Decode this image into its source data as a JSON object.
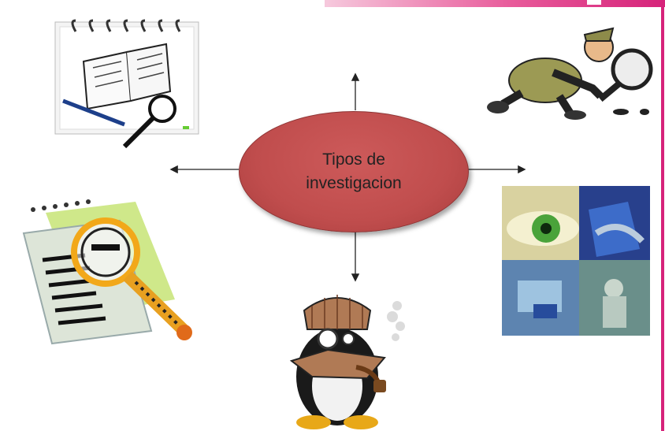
{
  "center": {
    "line1": "Tipos de",
    "line2": "investigacion"
  },
  "colors": {
    "ellipse_fill": "#c04d4d",
    "accent_pink": "#d6237a",
    "arrow": "#222222"
  },
  "images": [
    {
      "name": "notebook-magnifier-clipart"
    },
    {
      "name": "detective-with-magnifying-glass-clipart"
    },
    {
      "name": "document-under-magnifier-clipart"
    },
    {
      "name": "research-photo-collage"
    },
    {
      "name": "detective-penguin-with-pipe"
    }
  ]
}
